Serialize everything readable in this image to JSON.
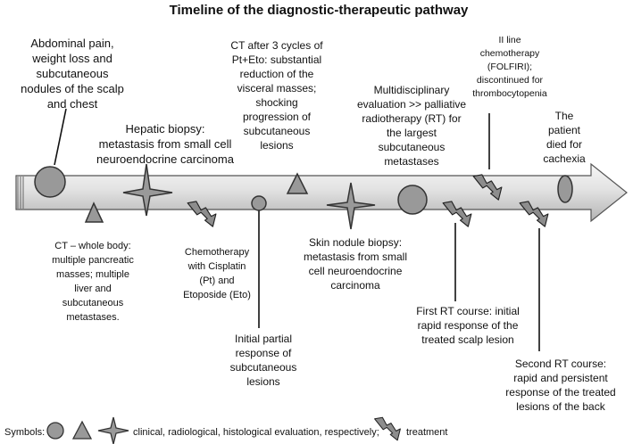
{
  "title": "Timeline of the diagnostic-therapeutic pathway",
  "events": {
    "e1": [
      "Abdominal pain,",
      "weight loss and",
      "subcutaneous",
      "nodules of the scalp",
      "and chest"
    ],
    "e2": [
      "CT – whole body:",
      "multiple pancreatic",
      "masses; multiple",
      "liver and",
      "subcutaneous",
      "metastases."
    ],
    "e3": [
      "Hepatic biopsy:",
      "metastasis from small cell",
      "neuroendocrine carcinoma"
    ],
    "e4": [
      "Chemotherapy",
      "with Cisplatin",
      "(Pt) and",
      "Etoposide (Eto)"
    ],
    "e5": [
      "Initial partial",
      "response of",
      "subcutaneous",
      "lesions"
    ],
    "e6": [
      "CT after 3 cycles of",
      "Pt+Eto: substantial",
      "reduction of the",
      "visceral masses;",
      "shocking",
      "progression of",
      "subcutaneous",
      "lesions"
    ],
    "e7": [
      "Skin nodule biopsy:",
      "metastasis from small",
      "cell neuroendocrine",
      "carcinoma"
    ],
    "e8": [
      "Multidisciplinary",
      "evaluation >> palliative",
      "radiotherapy (RT) for",
      "the largest",
      "subcutaneous",
      "metastases"
    ],
    "e9": [
      "First RT course: initial",
      "rapid response of the",
      "treated scalp lesion"
    ],
    "e10": [
      "II line",
      "chemotherapy",
      "(FOLFIRI);",
      "discontinued for",
      "thrombocytopenia"
    ],
    "e11": [
      "Second RT course:",
      "rapid and persistent",
      "response of the treated",
      "lesions of the back"
    ],
    "e12": [
      "The",
      "patient",
      "died for",
      "cachexia"
    ]
  },
  "legend": {
    "prefix": "Symbols:",
    "evaluation_text": "clinical, radiological, histological evaluation, respectively;",
    "treatment_text": "treatment"
  },
  "colors": {
    "symbol_fill": "#999999",
    "symbol_stroke": "#333333",
    "arrow_light": "#f4f4f4",
    "arrow_dark": "#b9b9b9"
  }
}
